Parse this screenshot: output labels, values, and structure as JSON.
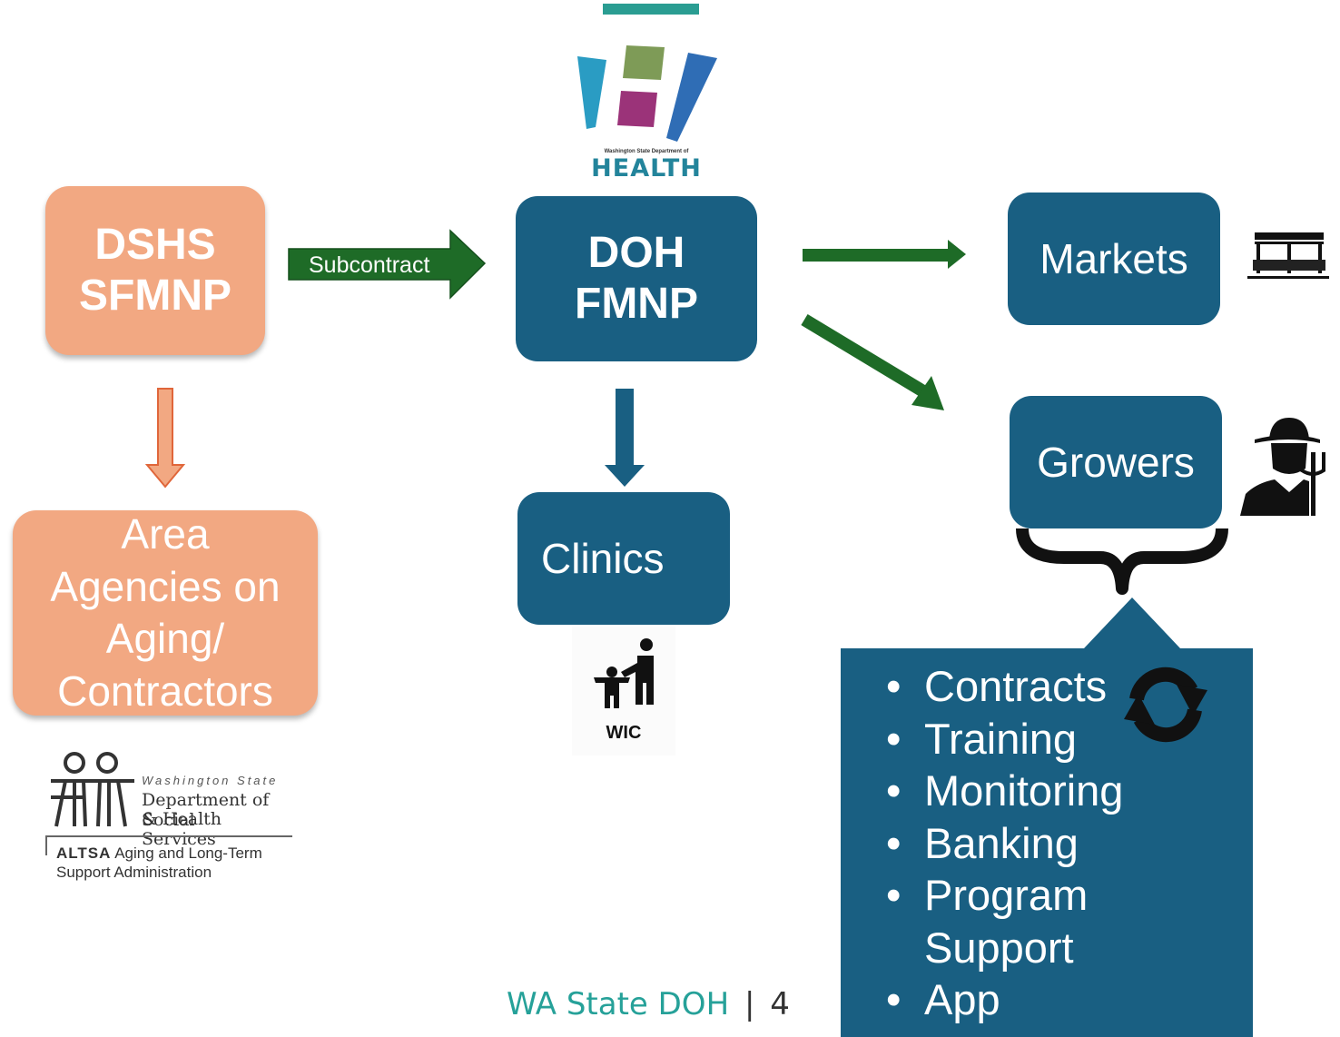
{
  "nodes": {
    "dshs": {
      "line1": "DSHS",
      "line2": "SFMNP"
    },
    "doh": {
      "line1": "DOH",
      "line2": "FMNP"
    },
    "markets": {
      "label": "Markets"
    },
    "growers": {
      "label": "Growers"
    },
    "clinics": {
      "label": "Clinics"
    },
    "aaa": {
      "line1": "Area",
      "line2": "Agencies on",
      "line3": "Aging/",
      "line4": "Contractors"
    }
  },
  "arrows": {
    "subcontract": {
      "label": "Subcontract"
    }
  },
  "callout": {
    "items": [
      {
        "bullet": "•",
        "text": "Contracts"
      },
      {
        "bullet": "•",
        "text": "Training"
      },
      {
        "bullet": "•",
        "text": "Monitoring"
      },
      {
        "bullet": "•",
        "text": "Banking"
      },
      {
        "bullet": "•",
        "text": "Program"
      },
      {
        "bullet": "",
        "text": "Support"
      },
      {
        "bullet": "•",
        "text": "App"
      }
    ]
  },
  "logos": {
    "doh": {
      "small_text": "Washington State Department of",
      "name": "HEALTH"
    },
    "dshs": {
      "state": "Washington State",
      "dept_line1": "Department of Social",
      "dept_line2": "& Health Services",
      "altsa": "ALTSA",
      "admin_line1": "Aging and Long-Term",
      "admin_line2": "Support Administration"
    },
    "wic": {
      "label": "WIC"
    }
  },
  "footer": {
    "org": "WA State DOH",
    "separator": "|",
    "page": "4"
  },
  "icons": [
    "market-stall-icon",
    "farmer-icon",
    "refresh-icon",
    "parent-child-icon"
  ],
  "colors": {
    "orange_box": "#f2a882",
    "blue_box": "#195f82",
    "green_arrow": "#1e6b27",
    "teal": "#26a199"
  }
}
